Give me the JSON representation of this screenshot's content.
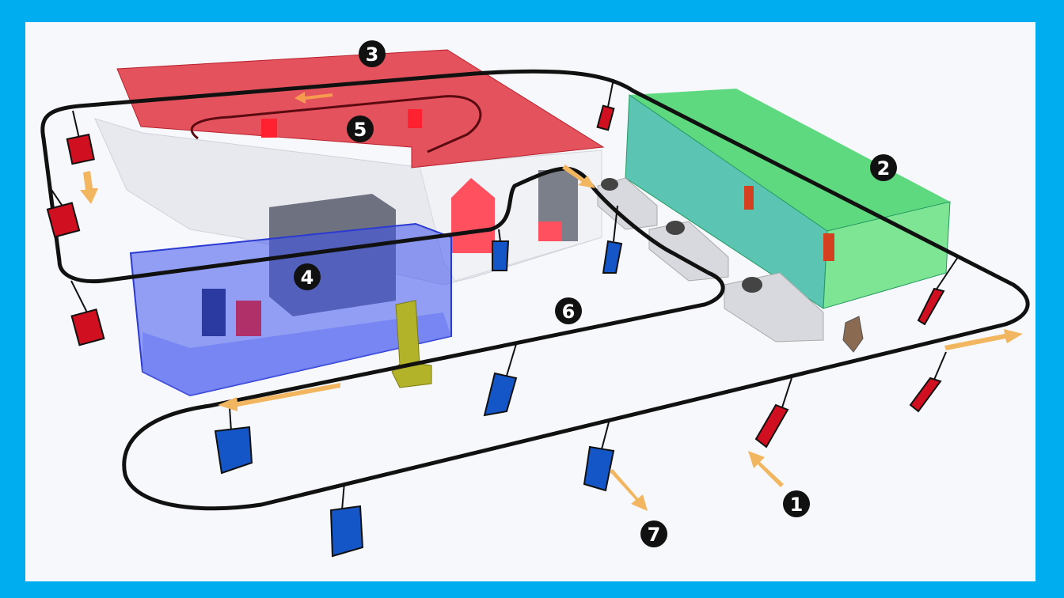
{
  "diagram": {
    "labels": [
      "1",
      "2",
      "3",
      "4",
      "5",
      "6",
      "7"
    ],
    "colors": {
      "border": "#00aeef",
      "oven": "#e0303c",
      "pretreatment": "#3ccf60",
      "booth": "#3a4ee6",
      "conveyor": "#111111",
      "arrow": "#f2b661",
      "part_raw": "#d01020",
      "part_coated": "#1456c8"
    }
  }
}
